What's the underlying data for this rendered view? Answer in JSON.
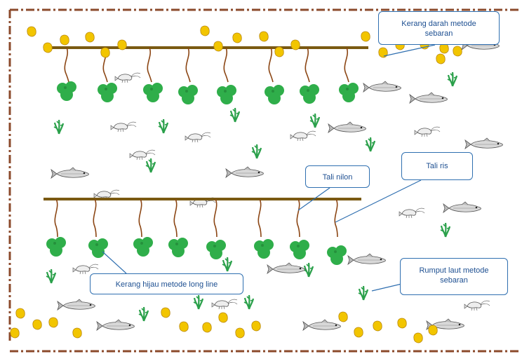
{
  "labels": {
    "kerang_darah": [
      "Kerang darah metode",
      "sebaran"
    ],
    "tali_nilon": "Tali nilon",
    "tali_ris": "Tali ris",
    "rumput_laut": [
      "Rumput laut metode",
      "sebaran"
    ],
    "kerang_hijau": "Kerang hijau metode long line"
  },
  "colors": {
    "border": "#8b4a2b",
    "rope": "#7a5a12",
    "string": "#8b4513",
    "mussel": "#2fae4a",
    "mussel_dark": "#1f7d33",
    "seaweed": "#2aa04a",
    "shell": "#f2c500",
    "shell_edge": "#b8860b",
    "fish": "#bfbfbf",
    "callout_border": "#2f6fb0",
    "callout_text": "#1d4f91"
  },
  "icons": [
    "blood-cockle-icon",
    "green-mussel-icon",
    "seaweed-icon",
    "fish-icon",
    "shrimp-icon"
  ]
}
